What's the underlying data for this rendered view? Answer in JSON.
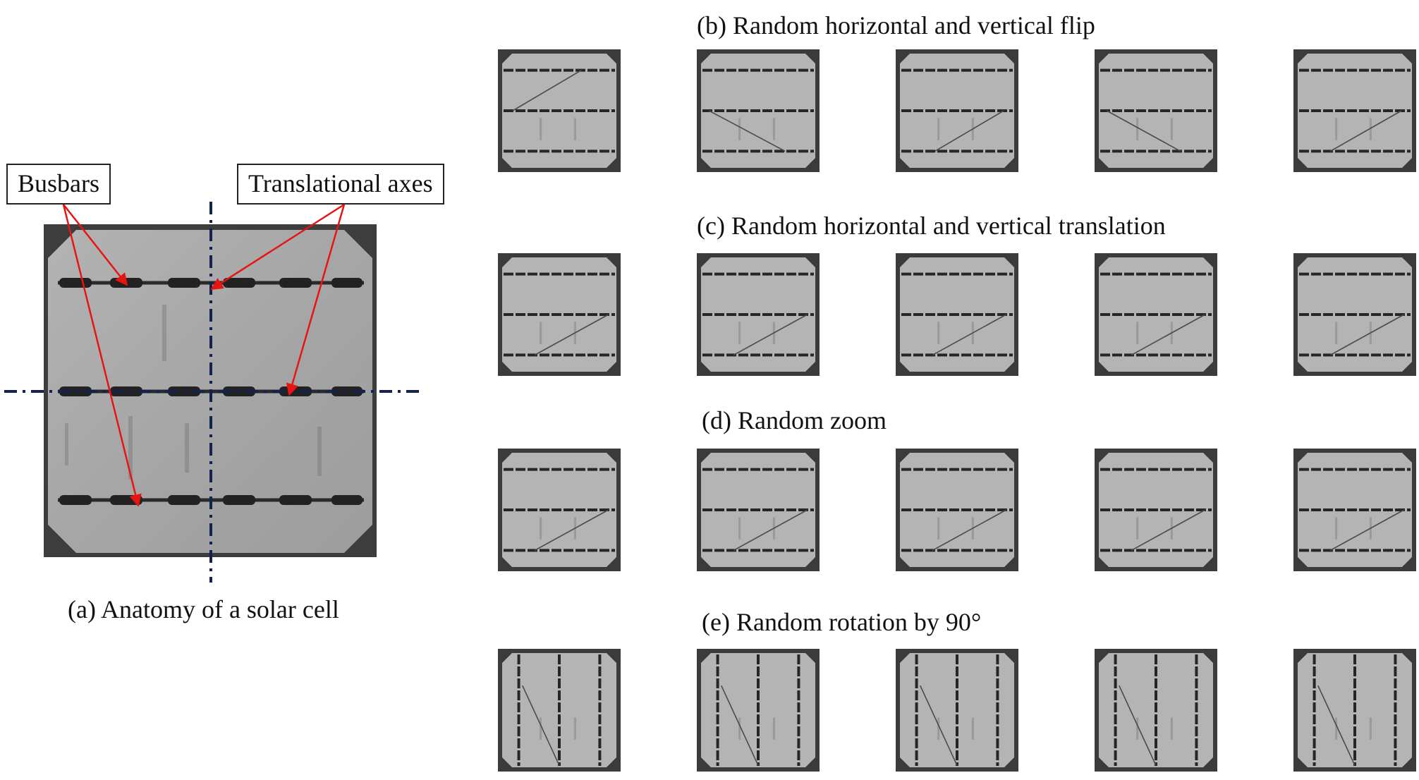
{
  "panel_a": {
    "caption": "(a) Anatomy of a solar cell",
    "busbars_label": "Busbars",
    "translational_axes_label": "Translational axes",
    "axis_color": "#14234d",
    "arrow_color": "#e81414"
  },
  "panel_b": {
    "caption": "(b) Random horizontal and vertical flip"
  },
  "panel_c": {
    "caption": "(c) Random horizontal and vertical translation"
  },
  "panel_d": {
    "caption": "(d) Random zoom"
  },
  "panel_e": {
    "caption": "(e) Random rotation by 90°"
  }
}
